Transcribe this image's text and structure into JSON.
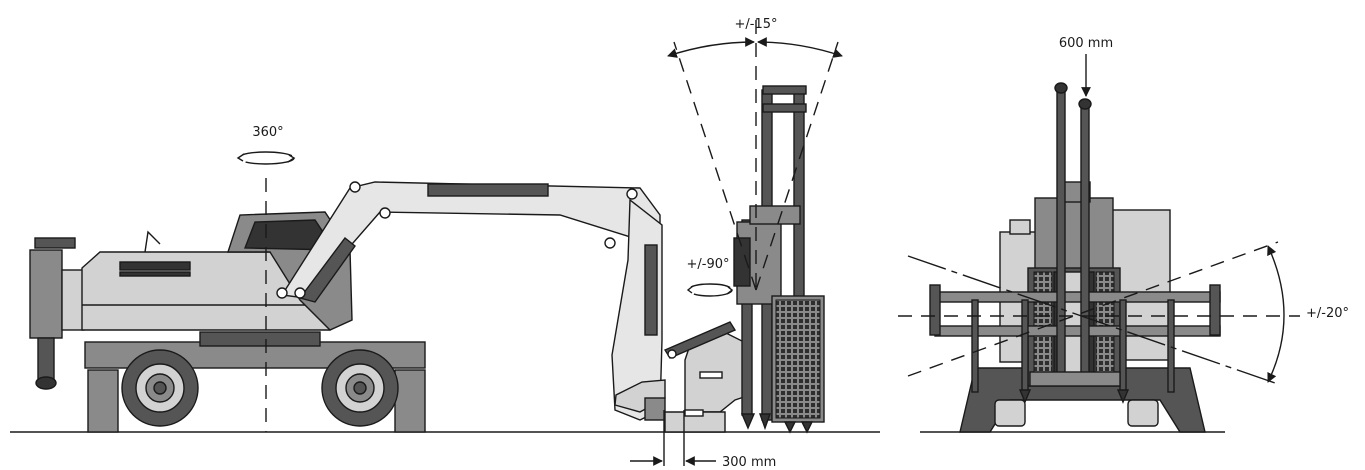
{
  "labels": {
    "tilt_angle": "+/-15°",
    "slew_angle": "360°",
    "mast_rotation": "+/-90°",
    "mast_offset": "300 mm",
    "mast_spacing": "600 mm",
    "roll_angle": "+/-20°"
  },
  "colors": {
    "outline": "#1a1a1a",
    "dark_grey": "#555555",
    "mid_grey": "#8a8a8a",
    "light_grey": "#d2d2d2",
    "very_light_grey": "#e6e6e6"
  }
}
